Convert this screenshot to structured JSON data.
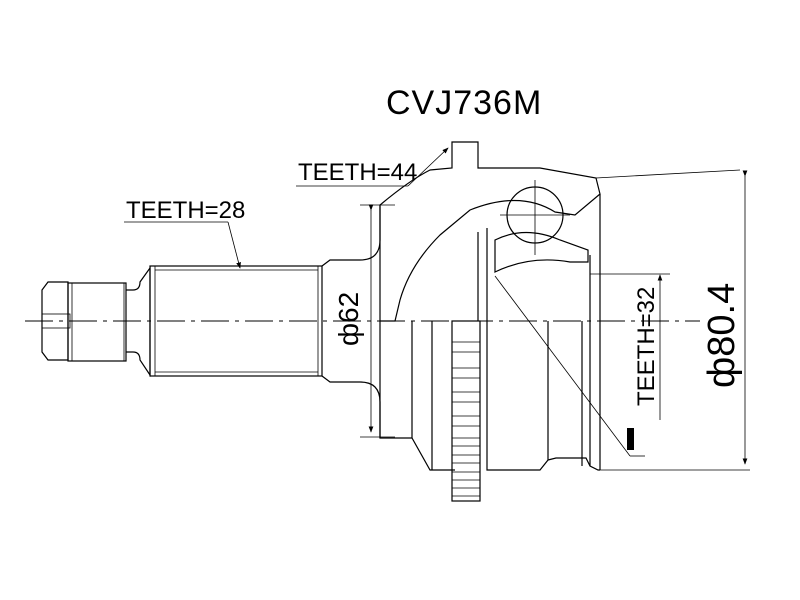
{
  "drawing": {
    "part_number": "CVJ736M",
    "annotations": {
      "outer_spline": "TEETH=28",
      "abs_ring": "TEETH=44",
      "inner_spline": "TEETH=32"
    },
    "dimensions": {
      "seal_diameter": "ф62",
      "outer_diameter": "ф80.4"
    },
    "colors": {
      "line": "#000000",
      "hatch": "#555555",
      "background": "#ffffff"
    }
  }
}
